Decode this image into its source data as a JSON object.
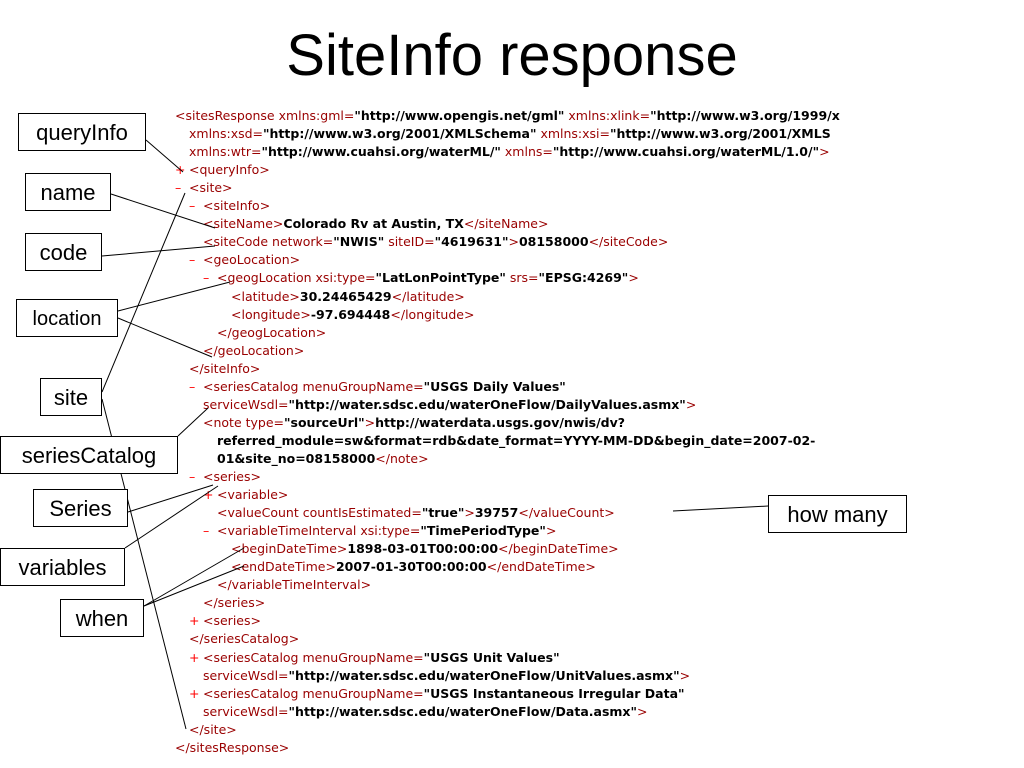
{
  "slide": {
    "title": "SiteInfo response"
  },
  "callouts": {
    "queryinfo": "queryInfo",
    "name": "name",
    "code": "code",
    "location": "location",
    "site": "site",
    "seriescatalog": "seriesCatalog",
    "series": "Series",
    "variables": "variables",
    "when": "when",
    "howmany": "how many"
  },
  "xml_lines": [
    {
      "indent": 0,
      "pm": "",
      "segs": [
        [
          "t",
          "<sitesResponse "
        ],
        [
          "a",
          "xmlns:gml="
        ],
        [
          "v",
          "\"http://www.opengis.net/gml\""
        ],
        [
          "a",
          " xmlns:xlink="
        ],
        [
          "v",
          "\"http://www.w3.org/1999/x"
        ]
      ]
    },
    {
      "indent": 1,
      "pm": "",
      "segs": [
        [
          "a",
          "xmlns:xsd="
        ],
        [
          "v",
          "\"http://www.w3.org/2001/XMLSchema\""
        ],
        [
          "a",
          " xmlns:xsi="
        ],
        [
          "v",
          "\"http://www.w3.org/2001/XMLS"
        ]
      ]
    },
    {
      "indent": 1,
      "pm": "",
      "segs": [
        [
          "a",
          "xmlns:wtr="
        ],
        [
          "v",
          "\"http://www.cuahsi.org/waterML/\""
        ],
        [
          "a",
          " xmlns="
        ],
        [
          "v",
          "\"http://www.cuahsi.org/waterML/1.0/\""
        ],
        [
          "t",
          ">"
        ]
      ]
    },
    {
      "indent": 0,
      "pm": "+",
      "segs": [
        [
          "t",
          "<queryInfo>"
        ]
      ]
    },
    {
      "indent": 0,
      "pm": "–",
      "segs": [
        [
          "t",
          "<site>"
        ]
      ]
    },
    {
      "indent": 1,
      "pm": "–",
      "segs": [
        [
          "t",
          "<siteInfo>"
        ]
      ]
    },
    {
      "indent": 2,
      "pm": "",
      "segs": [
        [
          "t",
          "<siteName>"
        ],
        [
          "x",
          "Colorado Rv at Austin, TX"
        ],
        [
          "t",
          "</siteName>"
        ]
      ]
    },
    {
      "indent": 2,
      "pm": "",
      "segs": [
        [
          "t",
          "<siteCode "
        ],
        [
          "a",
          "network="
        ],
        [
          "v",
          "\"NWIS\""
        ],
        [
          "a",
          " siteID="
        ],
        [
          "v",
          "\"4619631\""
        ],
        [
          "t",
          ">"
        ],
        [
          "x",
          "08158000"
        ],
        [
          "t",
          "</siteCode>"
        ]
      ]
    },
    {
      "indent": 1,
      "pm": "–",
      "segs": [
        [
          "t",
          "<geoLocation>"
        ]
      ]
    },
    {
      "indent": 2,
      "pm": "–",
      "segs": [
        [
          "t",
          "<geogLocation "
        ],
        [
          "a",
          "xsi:type="
        ],
        [
          "v",
          "\"LatLonPointType\""
        ],
        [
          "a",
          " srs="
        ],
        [
          "v",
          "\"EPSG:4269\""
        ],
        [
          "t",
          ">"
        ]
      ]
    },
    {
      "indent": 4,
      "pm": "",
      "segs": [
        [
          "t",
          "<latitude>"
        ],
        [
          "x",
          "30.24465429"
        ],
        [
          "t",
          "</latitude>"
        ]
      ]
    },
    {
      "indent": 4,
      "pm": "",
      "segs": [
        [
          "t",
          "<longitude>"
        ],
        [
          "x",
          "-97.694448"
        ],
        [
          "t",
          "</longitude>"
        ]
      ]
    },
    {
      "indent": 3,
      "pm": "",
      "segs": [
        [
          "t",
          "</geogLocation>"
        ]
      ]
    },
    {
      "indent": 2,
      "pm": "",
      "segs": [
        [
          "t",
          "</geoLocation>"
        ]
      ]
    },
    {
      "indent": 1,
      "pm": "",
      "segs": [
        [
          "t",
          "</siteInfo>"
        ]
      ]
    },
    {
      "indent": 1,
      "pm": "–",
      "segs": [
        [
          "t",
          "<seriesCatalog "
        ],
        [
          "a",
          "menuGroupName="
        ],
        [
          "v",
          "\"USGS Daily Values\""
        ]
      ]
    },
    {
      "indent": 2,
      "pm": "",
      "segs": [
        [
          "a",
          "serviceWsdl="
        ],
        [
          "v",
          "\"http://water.sdsc.edu/waterOneFlow/DailyValues.asmx\""
        ],
        [
          "t",
          ">"
        ]
      ]
    },
    {
      "indent": 2,
      "pm": "",
      "segs": [
        [
          "t",
          "<note "
        ],
        [
          "a",
          "type="
        ],
        [
          "v",
          "\"sourceUrl\""
        ],
        [
          "t",
          ">"
        ],
        [
          "x",
          "http://waterdata.usgs.gov/nwis/dv?"
        ]
      ]
    },
    {
      "indent": 3,
      "pm": "",
      "segs": [
        [
          "x",
          "referred_module=sw&format=rdb&date_format=YYYY-MM-DD&begin_date=2007-02-"
        ]
      ]
    },
    {
      "indent": 3,
      "pm": "",
      "segs": [
        [
          "x",
          "01&site_no=08158000"
        ],
        [
          "t",
          "</note>"
        ]
      ]
    },
    {
      "indent": 1,
      "pm": "–",
      "segs": [
        [
          "t",
          "<series>"
        ]
      ]
    },
    {
      "indent": 2,
      "pm": "+",
      "segs": [
        [
          "t",
          "<variable>"
        ]
      ]
    },
    {
      "indent": 3,
      "pm": "",
      "segs": [
        [
          "t",
          "<valueCount "
        ],
        [
          "a",
          "countIsEstimated="
        ],
        [
          "v",
          "\"true\""
        ],
        [
          "t",
          ">"
        ],
        [
          "x",
          "39757"
        ],
        [
          "t",
          "</valueCount>"
        ]
      ]
    },
    {
      "indent": 2,
      "pm": "–",
      "segs": [
        [
          "t",
          "<variableTimeInterval "
        ],
        [
          "a",
          "xsi:type="
        ],
        [
          "v",
          "\"TimePeriodType\""
        ],
        [
          "t",
          ">"
        ]
      ]
    },
    {
      "indent": 4,
      "pm": "",
      "segs": [
        [
          "t",
          "<beginDateTime>"
        ],
        [
          "x",
          "1898-03-01T00:00:00"
        ],
        [
          "t",
          "</beginDateTime>"
        ]
      ]
    },
    {
      "indent": 4,
      "pm": "",
      "segs": [
        [
          "t",
          "<endDateTime>"
        ],
        [
          "x",
          "2007-01-30T00:00:00"
        ],
        [
          "t",
          "</endDateTime>"
        ]
      ]
    },
    {
      "indent": 3,
      "pm": "",
      "segs": [
        [
          "t",
          "</variableTimeInterval>"
        ]
      ]
    },
    {
      "indent": 2,
      "pm": "",
      "segs": [
        [
          "t",
          "</series>"
        ]
      ]
    },
    {
      "indent": 1,
      "pm": "+",
      "segs": [
        [
          "t",
          "<series>"
        ]
      ]
    },
    {
      "indent": 1,
      "pm": "",
      "segs": [
        [
          "t",
          "</seriesCatalog>"
        ]
      ]
    },
    {
      "indent": 1,
      "pm": "+",
      "segs": [
        [
          "t",
          "<seriesCatalog "
        ],
        [
          "a",
          "menuGroupName="
        ],
        [
          "v",
          "\"USGS Unit Values\""
        ]
      ]
    },
    {
      "indent": 2,
      "pm": "",
      "segs": [
        [
          "a",
          "serviceWsdl="
        ],
        [
          "v",
          "\"http://water.sdsc.edu/waterOneFlow/UnitValues.asmx\""
        ],
        [
          "t",
          ">"
        ]
      ]
    },
    {
      "indent": 1,
      "pm": "+",
      "segs": [
        [
          "t",
          "<seriesCatalog "
        ],
        [
          "a",
          "menuGroupName="
        ],
        [
          "v",
          "\"USGS Instantaneous Irregular Data\""
        ]
      ]
    },
    {
      "indent": 2,
      "pm": "",
      "segs": [
        [
          "a",
          "serviceWsdl="
        ],
        [
          "v",
          "\"http://water.sdsc.edu/waterOneFlow/Data.asmx\""
        ],
        [
          "t",
          ">"
        ]
      ]
    },
    {
      "indent": 1,
      "pm": "",
      "segs": [
        [
          "t",
          "</site>"
        ]
      ]
    },
    {
      "indent": 0,
      "pm": "",
      "segs": [
        [
          "t",
          "</sitesResponse>"
        ]
      ]
    }
  ]
}
